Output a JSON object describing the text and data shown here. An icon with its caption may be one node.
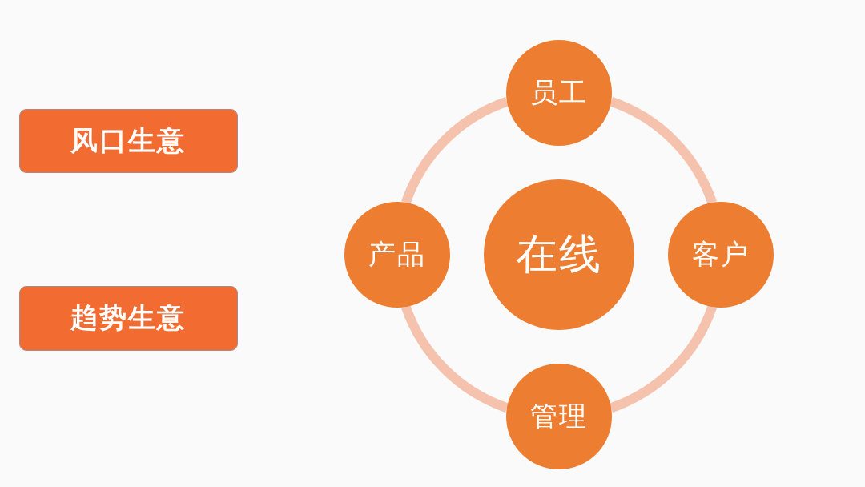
{
  "diagram": {
    "nodes": [
      {
        "text": [
          "风口生意"
        ]
      },
      {
        "text": [
          "趋势生意"
        ]
      },
      {
        "text": [
          "员工"
        ]
      },
      {
        "text": [
          "产品"
        ]
      },
      {
        "text": [
          "在线"
        ]
      },
      {
        "text": [
          "客户"
        ]
      },
      {
        "text": [
          "管理"
        ]
      }
    ],
    "edges": [
      {
        "from": 2,
        "to": 5,
        "arrow": "none"
      },
      {
        "from": 5,
        "to": 6,
        "arrow": "none"
      },
      {
        "from": 6,
        "to": 3,
        "arrow": "none"
      },
      {
        "from": 3,
        "to": 2,
        "arrow": "none"
      }
    ]
  }
}
